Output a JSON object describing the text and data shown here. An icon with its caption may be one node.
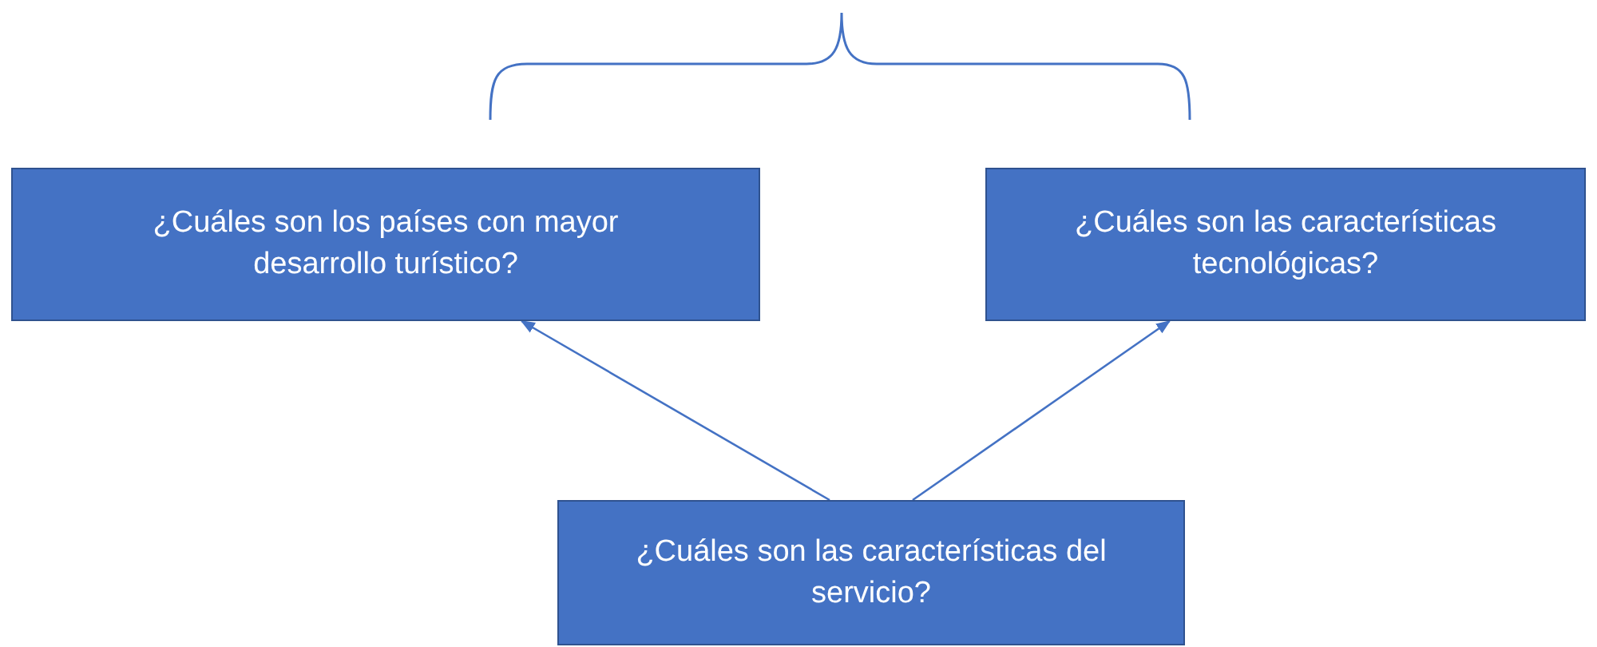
{
  "diagram": {
    "nodes": [
      {
        "text": [
          "¿Cuáles son los países con mayor desarrollo turístico?"
        ]
      },
      {
        "text": [
          "¿Cuáles son las características tecnológicas?"
        ]
      },
      {
        "text": [
          "¿Cuáles son las características del servicio?"
        ]
      }
    ],
    "edges": [
      {
        "from": 2,
        "to": 0,
        "arrow": "to"
      },
      {
        "from": 2,
        "to": 1,
        "arrow": "to"
      }
    ]
  }
}
